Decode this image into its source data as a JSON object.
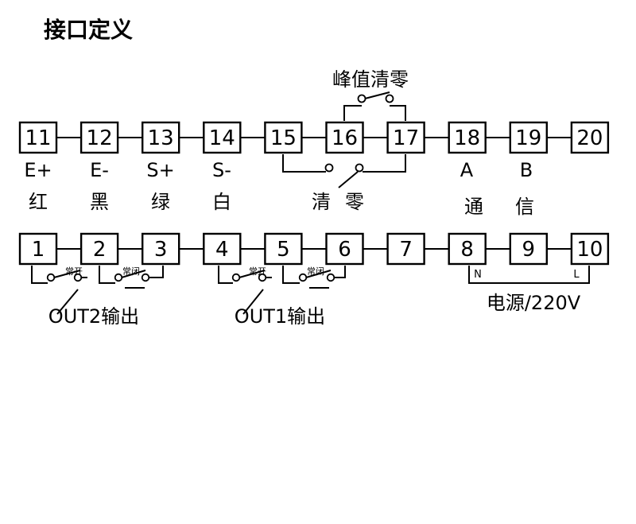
{
  "title": "接口定义",
  "terminals_top": [
    "11",
    "12",
    "13",
    "14",
    "15",
    "16",
    "17",
    "18",
    "19",
    "20"
  ],
  "terminals_bottom": [
    "1",
    "2",
    "3",
    "4",
    "5",
    "6",
    "7",
    "8",
    "9",
    "10"
  ],
  "labels_row1": {
    "t11": "E+",
    "t12": "E-",
    "t13": "S+",
    "t14": "S-",
    "t18": "A",
    "t19": "B"
  },
  "labels_row2": {
    "t11": "红",
    "t12": "黑",
    "t13": "绿",
    "t14": "白"
  },
  "peak_reset_label": "峰值清零",
  "reset_label_1": "清",
  "reset_label_2": "零",
  "comm_label_1": "通",
  "comm_label_2": "信",
  "no_label": "常开",
  "nc_label": "常闭",
  "out2_label": "OUT2输出",
  "out1_label": "OUT1输出",
  "power_label": "电源/220V",
  "n_label": "N",
  "l_label": "L"
}
